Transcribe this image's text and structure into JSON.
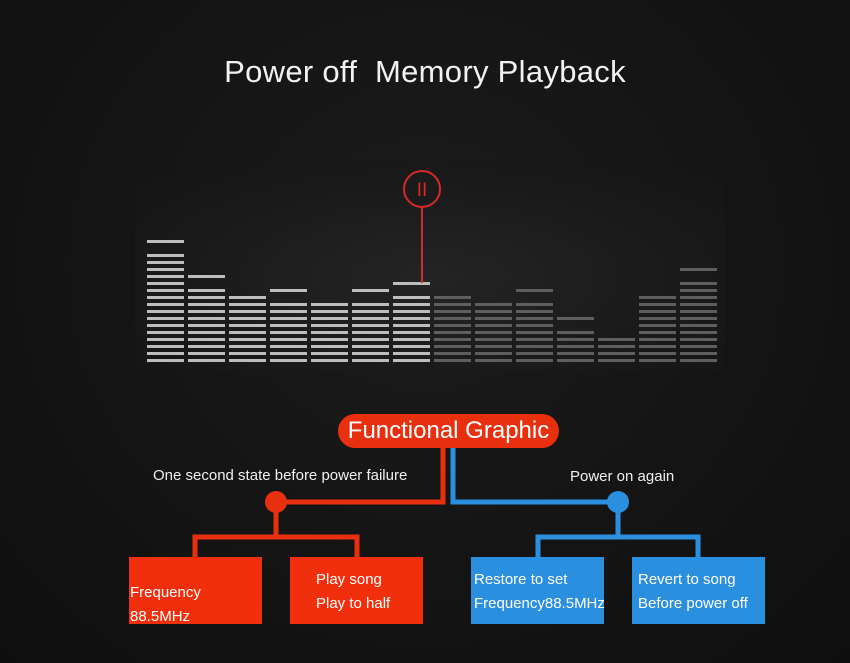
{
  "title": "Power off  Memory Playback",
  "pause_symbol": "II",
  "center_label": "Functional Graphic",
  "left_branch": {
    "label": "One second state before power failure",
    "color": "#e8300f",
    "boxes": [
      {
        "lines": [
          "Frequency 88.5MHz"
        ]
      },
      {
        "lines": [
          "Play song",
          "Play to half"
        ]
      }
    ]
  },
  "right_branch": {
    "label": "Power on again",
    "color": "#2b8fe0",
    "boxes": [
      {
        "lines": [
          "Restore to set",
          "Frequency88.5MHz"
        ]
      },
      {
        "lines": [
          "Revert to song",
          "Before power off"
        ]
      }
    ]
  },
  "equalizer": {
    "columns": [
      {
        "segments": 16,
        "peak": true
      },
      {
        "segments": 11,
        "peak": true
      },
      {
        "segments": 10,
        "peak": false
      },
      {
        "segments": 9,
        "peak": true
      },
      {
        "segments": 9,
        "peak": false
      },
      {
        "segments": 9,
        "peak": true
      },
      {
        "segments": 10,
        "peak": true
      },
      {
        "segments": 10,
        "peak": false
      },
      {
        "segments": 9,
        "peak": false
      },
      {
        "segments": 9,
        "peak": true
      },
      {
        "segments": 5,
        "peak": true
      },
      {
        "segments": 4,
        "peak": false
      },
      {
        "segments": 10,
        "peak": false
      },
      {
        "segments": 12,
        "peak": true
      }
    ],
    "played_columns": 7,
    "played_color": "#bdbdbd",
    "unplayed_color": "#5e5e5e",
    "marker_color": "#d8282a"
  }
}
